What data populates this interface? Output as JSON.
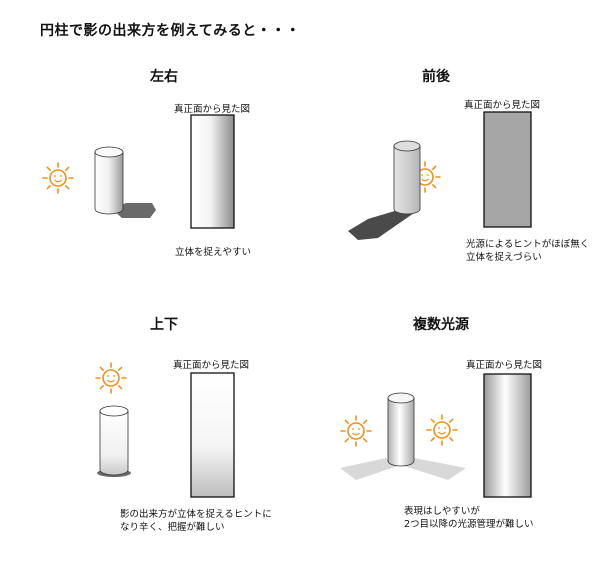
{
  "title": "円柱で影の出来方を例えてみると・・・",
  "panels": {
    "left_right": {
      "heading": "左右",
      "view_label": "真正面から見た図",
      "caption_lines": [
        "立体を捉えやすい"
      ]
    },
    "front_back": {
      "heading": "前後",
      "view_label": "真正面から見た図",
      "caption_lines": [
        "光源によるヒントがほぼ無く",
        "立体を捉えづらい"
      ]
    },
    "top_bottom": {
      "heading": "上下",
      "view_label": "真正面から見た図",
      "caption_lines": [
        "影の出来方が立体を捉えるヒントに",
        "なり辛く、把握が難しい"
      ]
    },
    "multiple": {
      "heading": "複数光源",
      "view_label": "真正面から見た図",
      "caption_lines": [
        "表現はしやすいが",
        "2つ目以降の光源管理が難しい"
      ]
    }
  },
  "colors": {
    "sun": "#f0901e",
    "shadow": "#6a6a6a",
    "flat_gray": "#a6a6a6"
  },
  "icons": [
    "sun-icon"
  ]
}
